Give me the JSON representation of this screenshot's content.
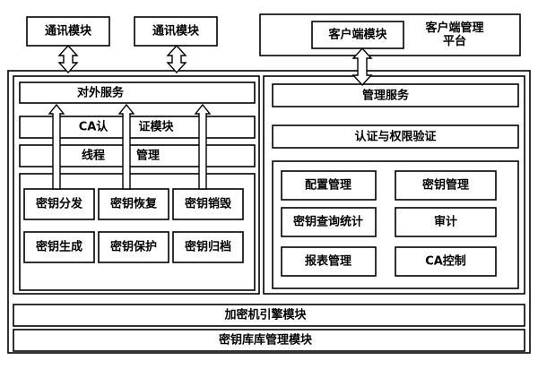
{
  "top_left": {
    "comm_module_1": "通讯模块",
    "comm_module_2": "通讯模块"
  },
  "top_right": {
    "client_module": "客户端模块",
    "client_platform": "客户端管理\n平台"
  },
  "left_panel": {
    "external_service": "对外服务",
    "ca_auth_left": "CA认",
    "ca_auth_right": "证模块",
    "thread_left": "线程",
    "thread_right": "管理",
    "key_ops": [
      "密钥分发",
      "密钥恢复",
      "密钥销毁",
      "密钥生成",
      "密钥保护",
      "密钥归档"
    ]
  },
  "right_panel": {
    "mgmt_service": "管理服务",
    "auth_perm": "认证与权限验证",
    "funcs": [
      "配置管理",
      "密钥管理",
      "密钥查询统计",
      "审计",
      "报表管理",
      "CA控制"
    ]
  },
  "bottom": {
    "crypto_engine": "加密机引擎模块",
    "key_db": "密钥库库管理模块"
  }
}
